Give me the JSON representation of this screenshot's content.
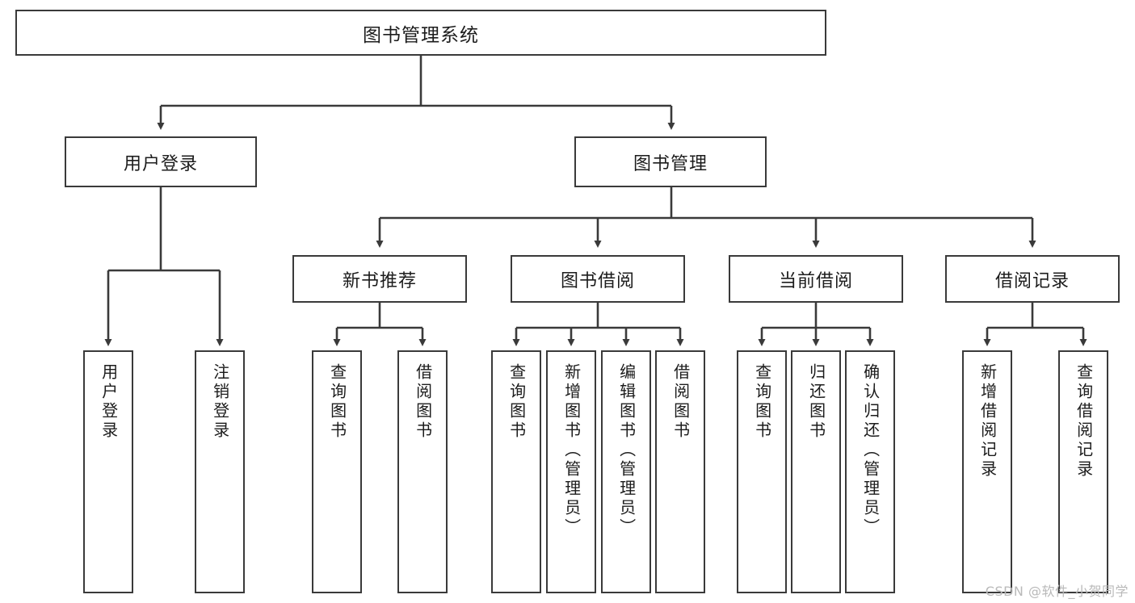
{
  "diagram": {
    "type": "tree-hierarchy",
    "title": "图书管理系统",
    "colors": {
      "box_border": "#3a3a3a",
      "box_fill": "#ffffff",
      "line": "#3a3a3a",
      "text": "#1c1c1c",
      "watermark": "#b9b9b9"
    },
    "root": {
      "label": "图书管理系统"
    },
    "level2": [
      {
        "label": "用户登录"
      },
      {
        "label": "图书管理"
      }
    ],
    "level3": [
      {
        "label": "新书推荐"
      },
      {
        "label": "图书借阅"
      },
      {
        "label": "当前借阅"
      },
      {
        "label": "借阅记录"
      }
    ],
    "leaves": {
      "user_login": [
        {
          "label": "用户登录"
        },
        {
          "label": "注销登录"
        }
      ],
      "new_book_recommend": [
        {
          "label": "查询图书"
        },
        {
          "label": "借阅图书"
        }
      ],
      "book_borrow": [
        {
          "label": "查询图书"
        },
        {
          "label": "新增图书（管理员）"
        },
        {
          "label": "编辑图书（管理员）"
        },
        {
          "label": "借阅图书"
        }
      ],
      "current_borrow": [
        {
          "label": "查询图书"
        },
        {
          "label": "归还图书"
        },
        {
          "label": "确认归还（管理员）"
        }
      ],
      "borrow_record": [
        {
          "label": "新增借阅记录"
        },
        {
          "label": "查询借阅记录"
        }
      ]
    }
  },
  "watermark": {
    "text": "CSDN @软件_小贺同学"
  }
}
